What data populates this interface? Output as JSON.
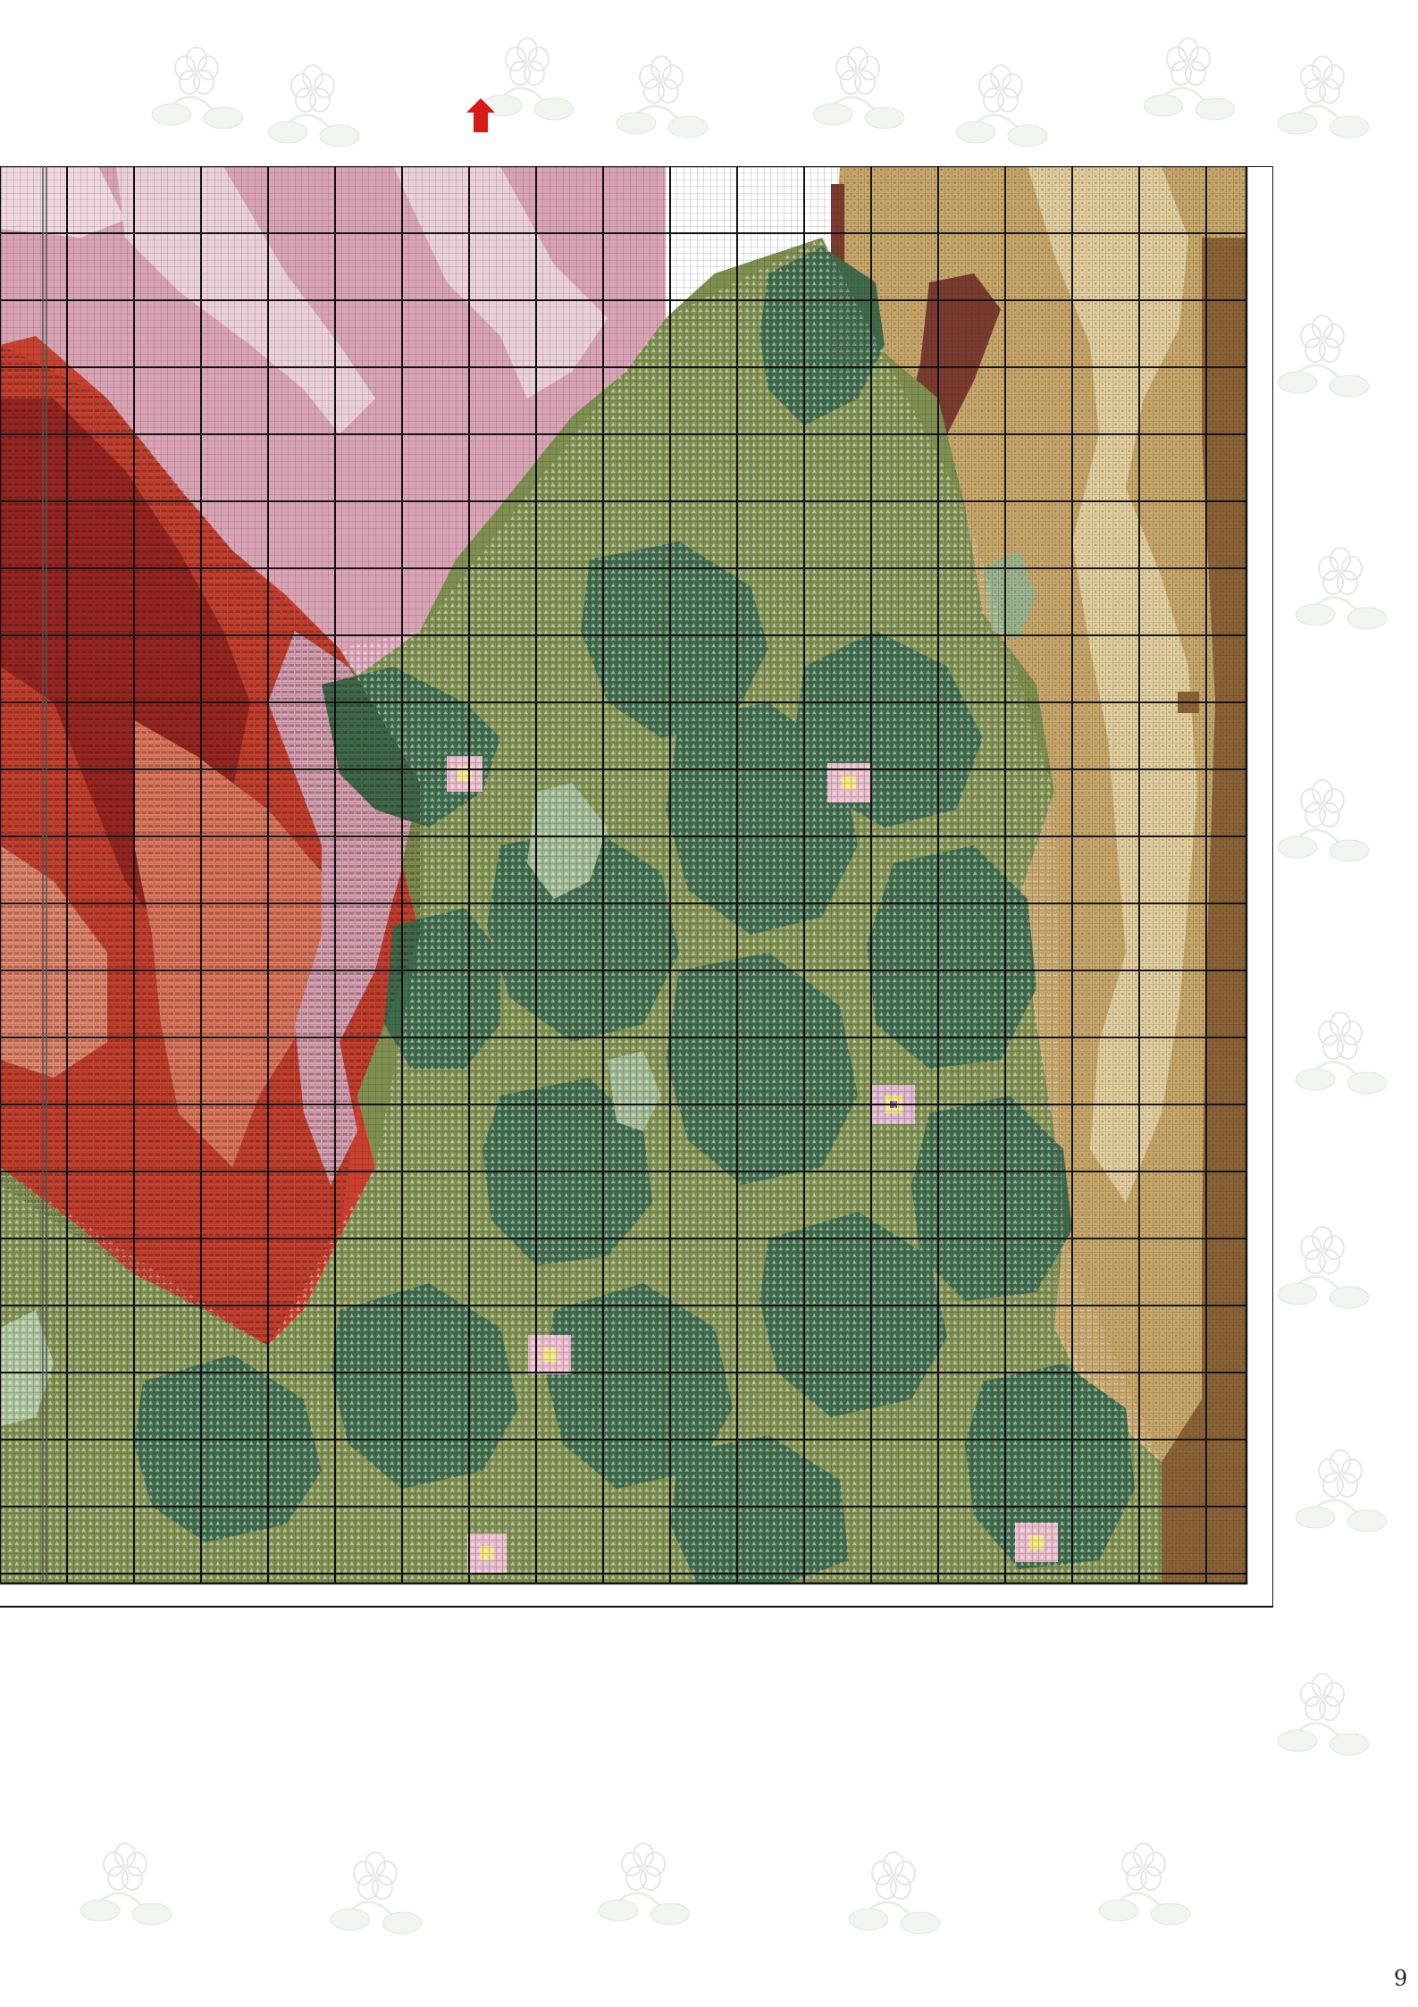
{
  "page": {
    "number": "9"
  },
  "pattern": {
    "center_marker": "arrow-up-icon",
    "marker_color": "#d71a1a",
    "grid_line_color": "#111111",
    "fabric_color": "#ffffff",
    "regions": [
      {
        "name": "pink-sky",
        "color": "#d9a3b6"
      },
      {
        "name": "light-pink",
        "color": "#e7c8d3"
      },
      {
        "name": "red-petals",
        "color": "#c8402e"
      },
      {
        "name": "dark-red",
        "color": "#8e1f1b"
      },
      {
        "name": "salmon",
        "color": "#e07a5f"
      },
      {
        "name": "foliage-green",
        "color": "#7f8f4f"
      },
      {
        "name": "dark-green",
        "color": "#3f6b4b"
      },
      {
        "name": "sage",
        "color": "#9bb58e"
      },
      {
        "name": "tan-wood",
        "color": "#c7a76a"
      },
      {
        "name": "light-tan",
        "color": "#e2cf9f"
      },
      {
        "name": "brown-wood",
        "color": "#8a6236"
      },
      {
        "name": "maroon-trim",
        "color": "#7a3a2f"
      },
      {
        "name": "flower-pink",
        "color": "#e6b7c8"
      },
      {
        "name": "flower-yellow",
        "color": "#f1e27a"
      }
    ]
  }
}
